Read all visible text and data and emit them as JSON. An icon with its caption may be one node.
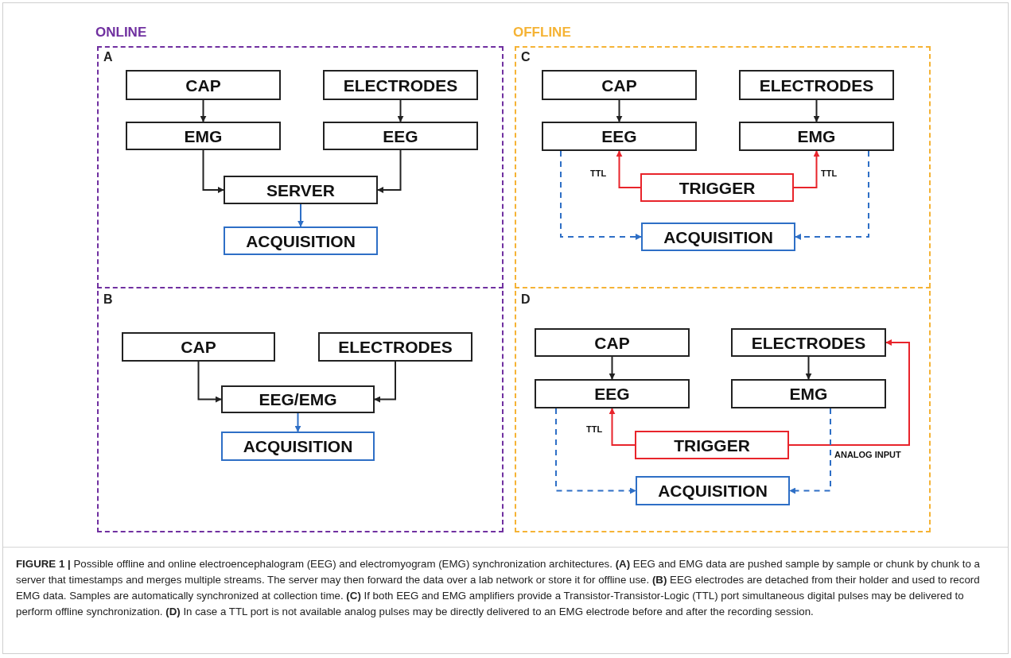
{
  "diagram": {
    "caption": "**FIGURE 1 |** Possible offline and online electroencephalogram (EEG) and electromyogram (EMG) synchronization architectures. **(A)** EEG and EMG data are pushed sample by sample or chunk by chunk to a server that timestamps and merges multiple streams. The server may then forward the data over a lab network or store it for offline use. **(B)** EEG electrodes are detached from their holder and used to record EMG data. Samples are automatically synchronized at collection time. **(C)** If both EEG and EMG amplifiers provide a Transistor-Transistor-Logic (TTL) port simultaneous digital pulses may be delivered to perform offline synchronization. **(D)** In case a TTL port is not available analog pulses may be directly delivered to an EMG electrode before and after the recording session.",
    "nodes": [
      {
        "text": [
          "ONLINE"
        ]
      },
      {
        "text": [
          "A"
        ],
        "in": 0
      },
      {
        "text": [
          "CAP"
        ],
        "in": 1
      },
      {
        "text": [
          "ELECTRODES"
        ],
        "in": 1
      },
      {
        "text": [
          "EMG"
        ],
        "in": 1
      },
      {
        "text": [
          "EEG"
        ],
        "in": 1
      },
      {
        "text": [
          "SERVER"
        ],
        "in": 1
      },
      {
        "text": [
          "ACQUISITION"
        ],
        "in": 1
      },
      {
        "text": [
          "B"
        ],
        "in": 0
      },
      {
        "text": [
          "CAP"
        ],
        "in": 8
      },
      {
        "text": [
          "ELECTRODES"
        ],
        "in": 8
      },
      {
        "text": [
          "EEG/EMG"
        ],
        "in": 8
      },
      {
        "text": [
          "ACQUISITION"
        ],
        "in": 8
      },
      {
        "text": [
          "OFFLINE"
        ]
      },
      {
        "text": [
          "C"
        ],
        "in": 13
      },
      {
        "text": [
          "CAP"
        ],
        "in": 14
      },
      {
        "text": [
          "ELECTRODES"
        ],
        "in": 14
      },
      {
        "text": [
          "EEG"
        ],
        "in": 14
      },
      {
        "text": [
          "EMG"
        ],
        "in": 14
      },
      {
        "text": [
          "TRIGGER"
        ],
        "in": 14
      },
      {
        "text": [
          "ACQUISITION"
        ],
        "in": 14
      },
      {
        "text": [
          "D"
        ],
        "in": 13
      },
      {
        "text": [
          "CAP"
        ],
        "in": 21
      },
      {
        "text": [
          "ELECTRODES"
        ],
        "in": 21
      },
      {
        "text": [
          "EEG"
        ],
        "in": 21
      },
      {
        "text": [
          "EMG"
        ],
        "in": 21
      },
      {
        "text": [
          "TRIGGER"
        ],
        "in": 21
      },
      {
        "text": [
          "ACQUISITION"
        ],
        "in": 21
      }
    ],
    "edges": [
      {
        "from": 2,
        "to": 4,
        "arrow": "to"
      },
      {
        "from": 3,
        "to": 5,
        "arrow": "to"
      },
      {
        "from": 4,
        "to": 6,
        "arrow": "to"
      },
      {
        "from": 5,
        "to": 6,
        "arrow": "to"
      },
      {
        "from": 6,
        "to": 7,
        "arrow": "to",
        "color": "#2e6fc6"
      },
      {
        "from": 9,
        "to": 11,
        "arrow": "to"
      },
      {
        "from": 10,
        "to": 11,
        "arrow": "to"
      },
      {
        "from": 11,
        "to": 12,
        "arrow": "to",
        "color": "#2e6fc6"
      },
      {
        "from": 15,
        "to": 17,
        "arrow": "to"
      },
      {
        "from": 16,
        "to": 18,
        "arrow": "to"
      },
      {
        "from": 19,
        "to": 17,
        "arrow": "to",
        "label": "TTL",
        "color": "#e8242b"
      },
      {
        "from": 19,
        "to": 18,
        "arrow": "to",
        "label": "TTL",
        "color": "#e8242b"
      },
      {
        "from": 17,
        "to": 20,
        "arrow": "to",
        "style": "dashed",
        "color": "#2e6fc6"
      },
      {
        "from": 18,
        "to": 20,
        "arrow": "to",
        "style": "dashed",
        "color": "#2e6fc6"
      },
      {
        "from": 22,
        "to": 24,
        "arrow": "to"
      },
      {
        "from": 23,
        "to": 25,
        "arrow": "to"
      },
      {
        "from": 26,
        "to": 24,
        "arrow": "to",
        "label": "TTL",
        "color": "#e8242b"
      },
      {
        "from": 26,
        "to": 23,
        "arrow": "to",
        "label": "ANALOG INPUT",
        "color": "#e8242b"
      },
      {
        "from": 24,
        "to": 27,
        "arrow": "to",
        "style": "dashed",
        "color": "#2e6fc6"
      },
      {
        "from": 25,
        "to": 27,
        "arrow": "to",
        "style": "dashed",
        "color": "#2e6fc6"
      }
    ]
  }
}
